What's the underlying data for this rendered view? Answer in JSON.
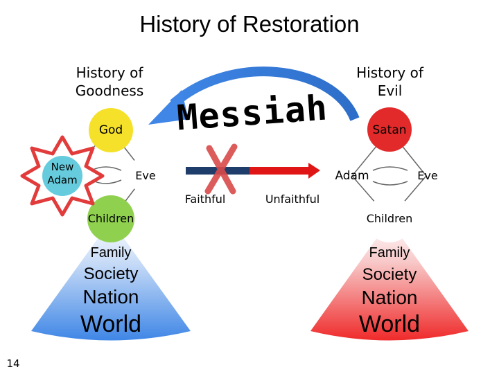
{
  "title": "History of Restoration",
  "left": {
    "heading": "History of Goodness",
    "god": "God",
    "new_adam": "New Adam",
    "eve": "Eve",
    "children": "Children",
    "levels": [
      "Family",
      "Society",
      "Nation",
      "World"
    ],
    "colors": {
      "god": "#f5e12a",
      "new_adam": "#66ccdd",
      "children": "#8fd14f",
      "eve": "#ffffff",
      "cone_top": "#ffffff",
      "cone_bottom": "#3f86e6"
    }
  },
  "right": {
    "heading": "History of Evil",
    "satan": "Satan",
    "adam": "Adam",
    "eve": "Eve",
    "children": "Children",
    "levels": [
      "Family",
      "Society",
      "Nation",
      "World"
    ],
    "colors": {
      "satan": "#e22a2a",
      "cone_top": "#ffffff",
      "cone_bottom": "#ef2a2a"
    }
  },
  "center": {
    "messiah": "Messiah",
    "faithful": "Faithful",
    "unfaithful": "Unfaithful",
    "colors": {
      "faithful_bar": "#1f3d6b",
      "unfaithful_bar": "#e01515",
      "cross": "#d94a4a",
      "arrow": "#2d6ec9"
    }
  },
  "page_number": "14"
}
